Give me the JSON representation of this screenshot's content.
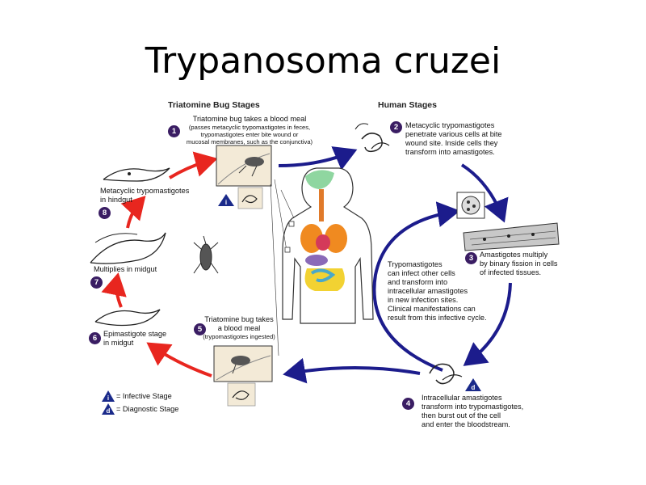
{
  "title": "Trypanosoma cruzei",
  "headings": {
    "bug": "Triatomine Bug Stages",
    "human": "Human Stages"
  },
  "stages": {
    "s1": {
      "number": "1",
      "line1": "Triatomine bug takes a blood meal",
      "line2": "(passes metacyclic trypomastigotes in feces,",
      "line3": "trypomastigotes enter bite wound or",
      "line4": "mucosal membranes, such as the conjunctiva)"
    },
    "s2": {
      "number": "2",
      "line1": "Metacyclic trypomastigotes",
      "line2": "penetrate various cells at bite",
      "line3": "wound site.  Inside cells they",
      "line4": "transform into amastigotes."
    },
    "s3": {
      "number": "3",
      "line1": "Amastigotes multiply",
      "line2": "by binary fission in cells",
      "line3": "of infected tissues."
    },
    "s4": {
      "number": "4",
      "line1": "Intracellular amastigotes",
      "line2": "transform into trypomastigotes,",
      "line3": "then burst out of the cell",
      "line4": "and enter the bloodstream."
    },
    "s5": {
      "number": "5",
      "line1": "Triatomine bug takes",
      "line2": "a blood meal",
      "line3": "(trypomastigotes ingested)"
    },
    "s6": {
      "number": "6",
      "line1": "Epimastigote stage",
      "line2": "in midgut"
    },
    "s7": {
      "number": "7",
      "line1": "Multiplies in midgut"
    },
    "s8": {
      "number": "8",
      "line1": "Metacyclic trypomastigotes",
      "line2": "in hindgut"
    }
  },
  "center_note": {
    "line1": "Trypomastigotes",
    "line2": "can infect other cells",
    "line3": "and transform into",
    "line4": "intracellular amastigotes",
    "line5": "in new infection sites.",
    "line6": "Clinical manifestations can",
    "line7": "result from this infective cycle."
  },
  "markers": {
    "infective": "i",
    "diagnostic": "d"
  },
  "legend": {
    "infective": "= Infective Stage",
    "diagnostic": "= Diagnostic Stage"
  },
  "colors": {
    "red_arrow": "#e8261f",
    "blue_arrow": "#1c1c8c",
    "number_badge": "#3a1d63",
    "marker": "#1a2a8a"
  }
}
